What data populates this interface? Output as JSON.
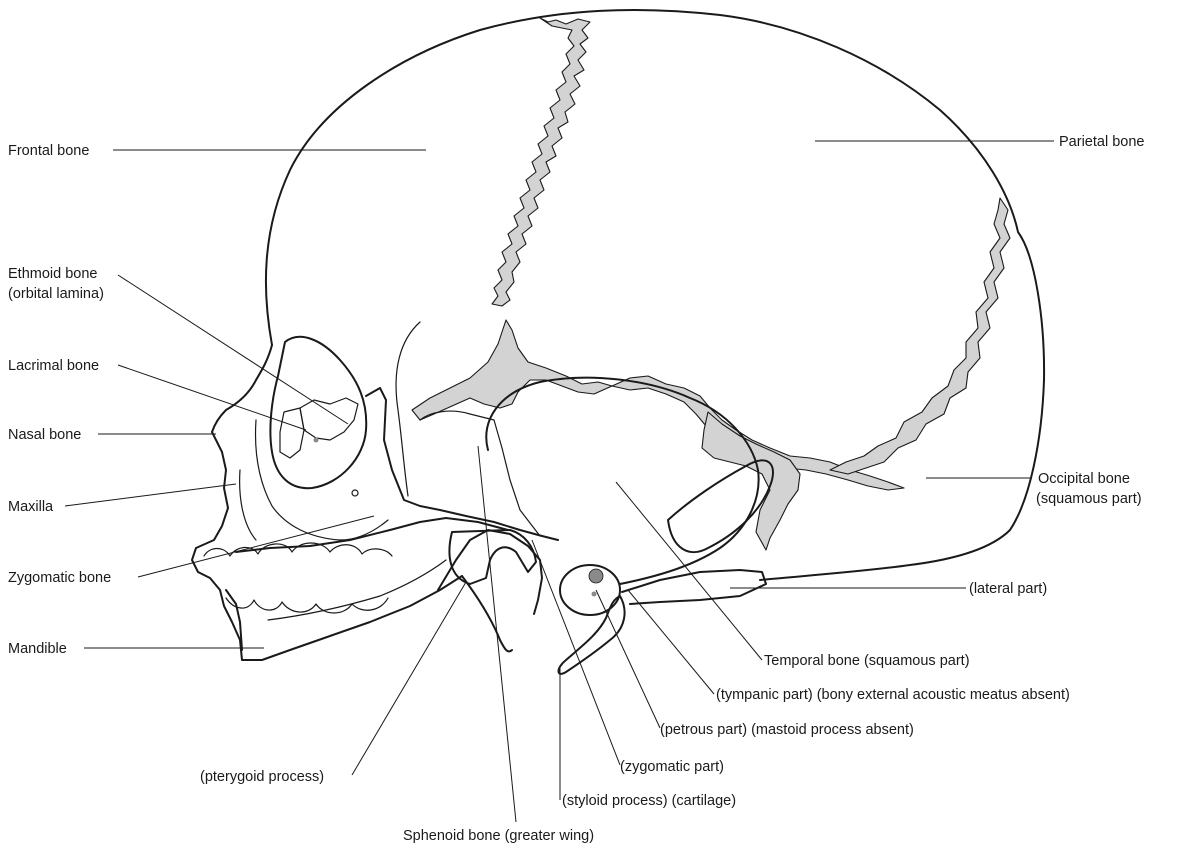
{
  "labels": {
    "frontal": "Frontal bone",
    "parietal": "Parietal bone",
    "ethmoid_1": "Ethmoid bone",
    "ethmoid_2": "(orbital lamina)",
    "lacrimal": "Lacrimal bone",
    "nasal": "Nasal bone",
    "maxilla": "Maxilla",
    "zygomatic": "Zygomatic bone",
    "mandible": "Mandible",
    "occipital_1": "Occipital bone",
    "occipital_2": "(squamous part)",
    "lateral_part": "(lateral part)",
    "temporal_squamous": "Temporal bone (squamous part)",
    "tympanic": "(tympanic part) (bony external acoustic meatus absent)",
    "petrous": "(petrous part) (mastoid process absent)",
    "zygomatic_part": "(zygomatic part)",
    "pterygoid": "(pterygoid process)",
    "styloid": "(styloid process) (cartilage)",
    "sphenoid": "Sphenoid bone (greater wing)"
  },
  "colors": {
    "outline": "#1a1a1a",
    "suture_fill": "#d3d3d3",
    "background": "#ffffff"
  }
}
